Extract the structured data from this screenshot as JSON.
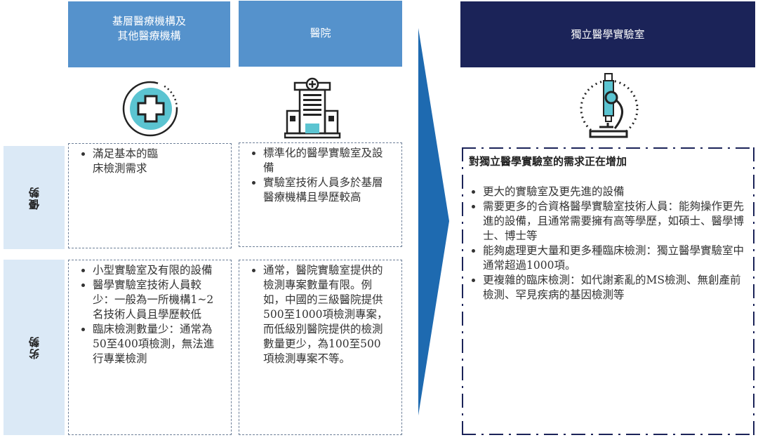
{
  "columns": [
    {
      "title_lines": [
        "基層醫療機構及",
        "其他醫療機構"
      ],
      "icon": "medical-cross-icon",
      "advantages": [
        "滿足基本的臨床檢測需求"
      ],
      "disadvantages": [
        "小型實驗室及有限的設備",
        "醫學實驗室技術人員較少：一般為一所機構1~2名技術人員且學歷較低",
        "臨床檢測數量少：通常為50至400項檢測，無法進行專業檢測"
      ]
    },
    {
      "title_lines": [
        "醫院"
      ],
      "icon": "hospital-building-icon",
      "advantages": [
        "標準化的醫學實驗室及設備",
        "實驗室技術人員多於基層醫療機構且學歷較高"
      ],
      "disadvantages": [
        "通常，醫院實驗室提供的檢測專案數量有限。例如，中國的三級醫院提供500至1000項檢測專案，而低級別醫院提供的檢測數量更少，為100至500項檢測專案不等。"
      ]
    }
  ],
  "row_labels": {
    "advantages": "優勢",
    "disadvantages": "劣勢"
  },
  "independent_lab": {
    "title": "獨立醫學實驗室",
    "icon": "microscope-icon",
    "heading": "對獨立醫學實驗室的需求正在增加",
    "items": [
      "更大的實驗室及更先進的設備",
      "需要更多的合資格醫學實驗室技術人員：能夠操作更先進的設備，且通常需要擁有高等學歷，如碩士、醫學博士、博士等",
      "能夠處理更大量和更多種臨床檢測：獨立醫學實驗室中通常超過1000項。",
      "更複雜的臨床檢測：如代謝紊亂的MS檢測、無創產前檢測、罕見疾病的基因檢測等"
    ]
  },
  "colors": {
    "header_blue": "#5592cc",
    "header_navy": "#1b2358",
    "arrow": "#1e6ab0",
    "side_bg": "#dbe9f6",
    "accent": "#5bc4d1"
  }
}
